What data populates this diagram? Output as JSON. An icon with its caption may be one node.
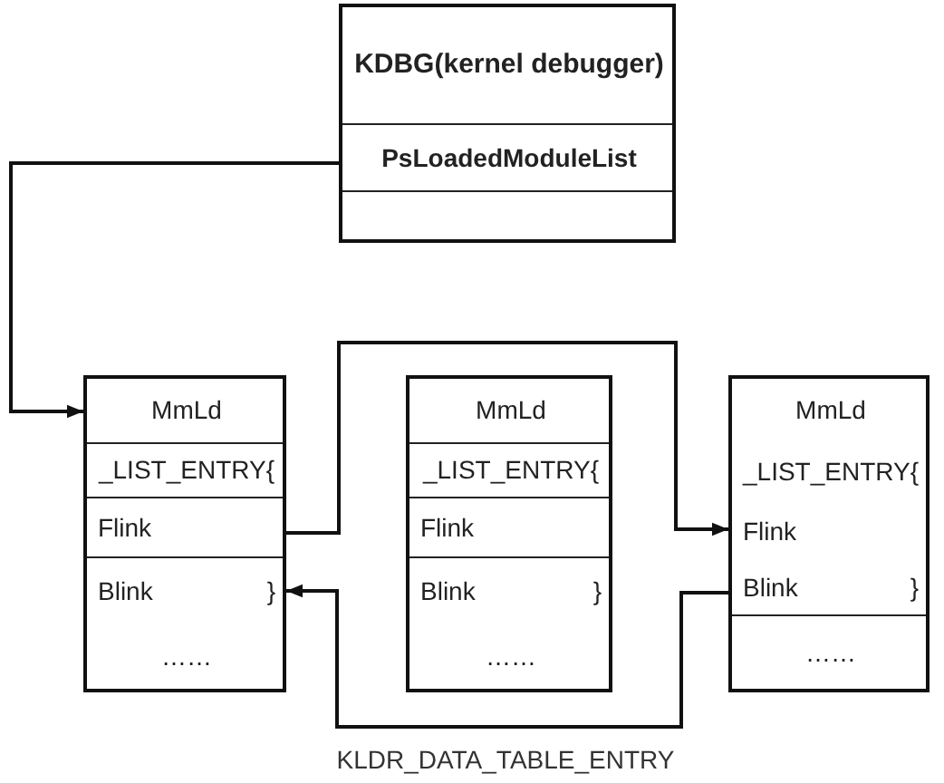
{
  "diagram": {
    "nodes": [
      {
        "text": [
          "KDBG(kernel debugger)",
          "PsLoadedModuleList"
        ]
      },
      {
        "text": [
          "MmLd",
          "_LIST_ENTRY{",
          "Flink",
          "Blink",
          "}",
          "……"
        ]
      },
      {
        "text": [
          "MmLd",
          "_LIST_ENTRY{",
          "Flink",
          "Blink",
          "}",
          "……"
        ]
      },
      {
        "text": [
          "MmLd",
          "_LIST_ENTRY{",
          "Flink",
          "Blink",
          "}",
          "……"
        ]
      }
    ],
    "edges": [
      {
        "from": 0,
        "to": 1,
        "arrow": "to"
      },
      {
        "from": 1,
        "to": 3,
        "arrow": "to"
      },
      {
        "from": 3,
        "to": 1,
        "arrow": "to"
      }
    ],
    "labels": [
      "KLDR_DATA_TABLE_ENTRY"
    ]
  }
}
